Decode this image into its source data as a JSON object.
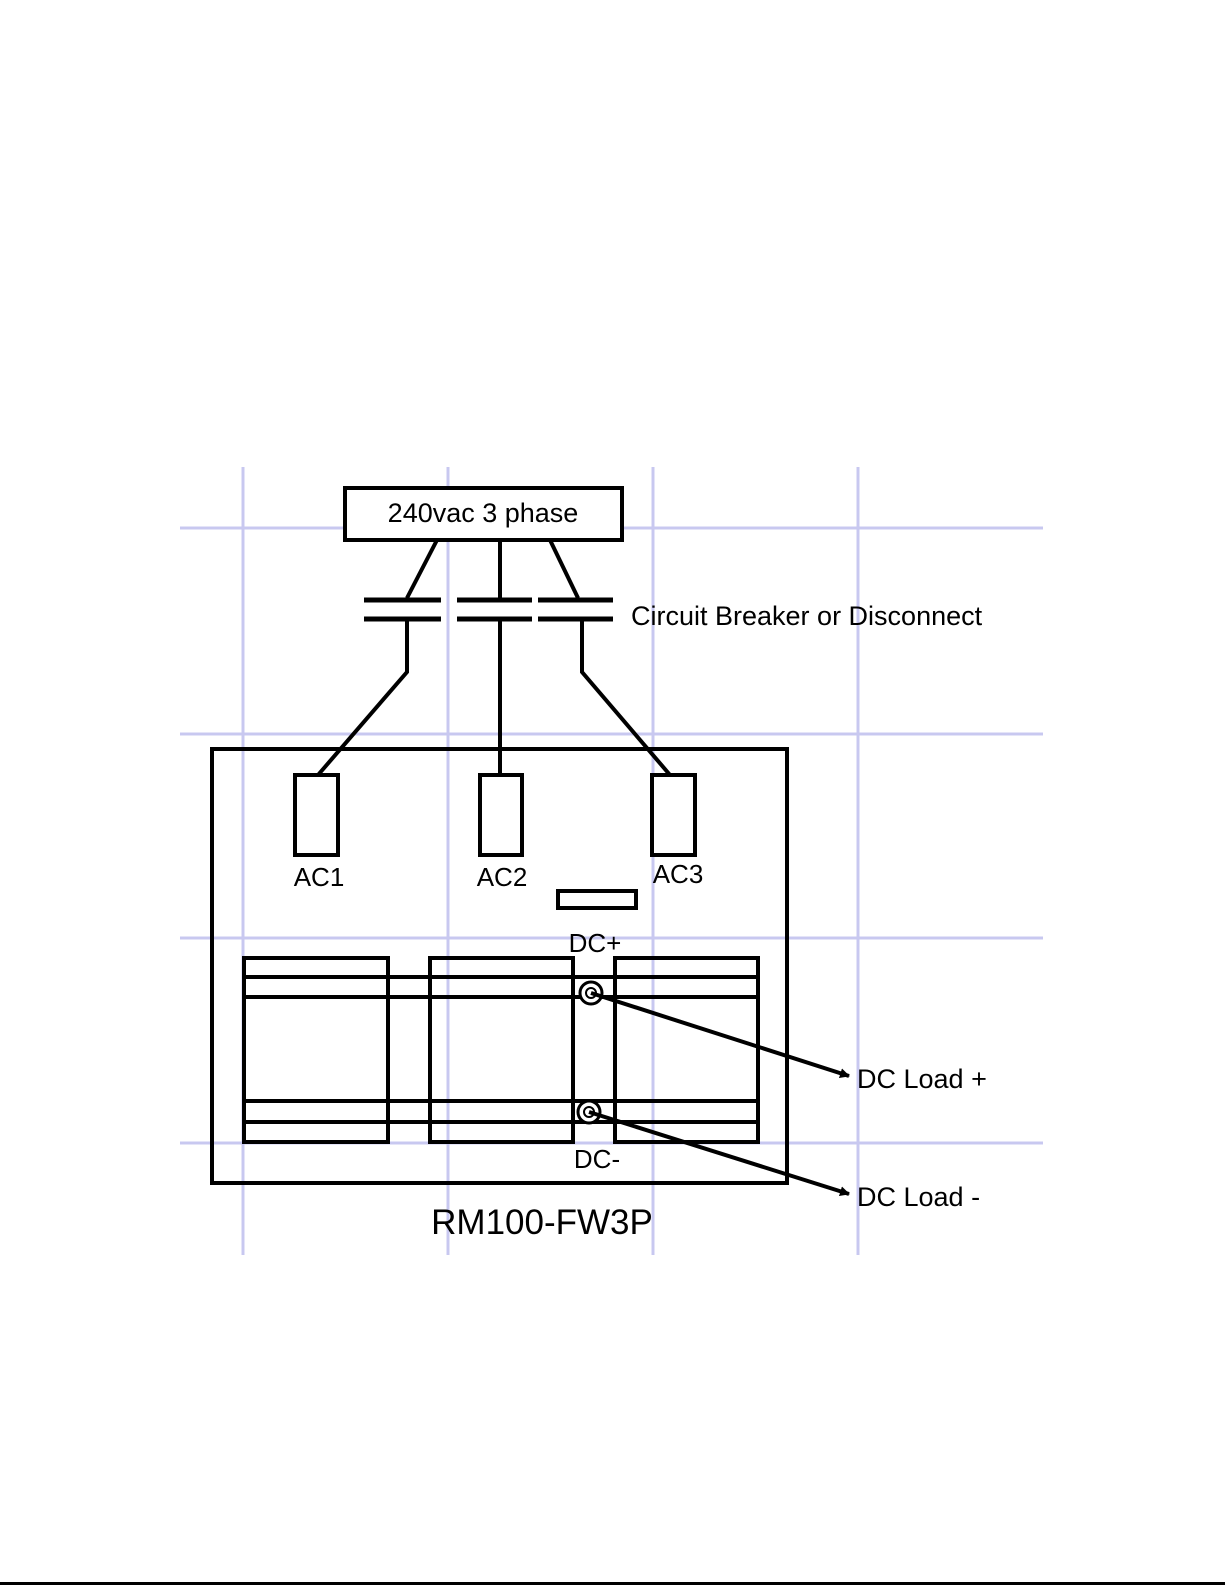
{
  "source_label": "240vac 3 phase",
  "breaker_label": "Circuit Breaker or Disconnect",
  "terminals": {
    "ac1": "AC1",
    "ac2": "AC2",
    "ac3": "AC3",
    "dc_plus": "DC+",
    "dc_minus": "DC-"
  },
  "loads": {
    "positive": "DC Load +",
    "negative": "DC Load -"
  },
  "device_label": "RM100-FW3P",
  "colors": {
    "grid": "#c8c8f0",
    "line": "#000000"
  }
}
